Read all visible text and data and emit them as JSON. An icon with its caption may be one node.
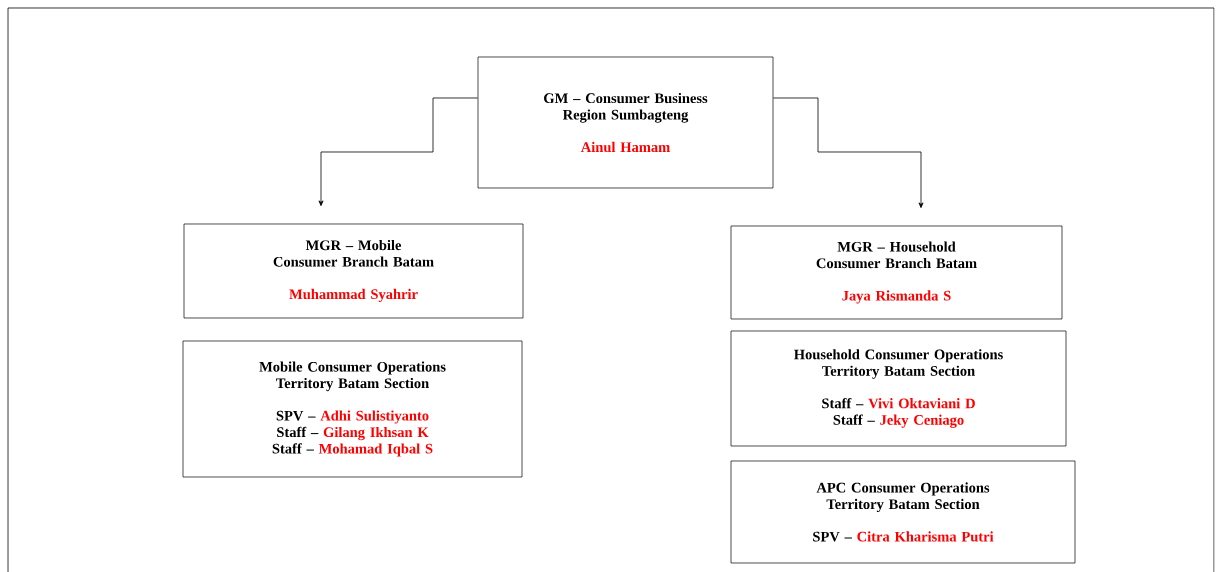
{
  "diagram": {
    "nodes": [
      {
        "text": [
          "GM – Consumer Business Region Sumbagteng",
          "Ainul Hamam"
        ]
      },
      {
        "text": [
          "MGR – Mobile Consumer Branch Batam",
          "Muhammad Syahrir"
        ]
      },
      {
        "text": [
          "Mobile Consumer Operations Territory Batam Section",
          "SPV –",
          "Adhi Sulistiyanto",
          "Staff –",
          "Gilang Ikhsan K",
          "Staff –",
          "Mohamad Iqbal S"
        ]
      },
      {
        "text": [
          "MGR – Household Consumer Branch Batam",
          "Jaya Rismanda S"
        ]
      },
      {
        "text": [
          "Household Consumer Operations Territory Batam Section",
          "Staff –",
          "Vivi Oktaviani D",
          "Staff –",
          "Jeky Ceniago"
        ]
      },
      {
        "text": [
          "APC Consumer Operations Territory Batam Section",
          "SPV –",
          "Citra Kharisma Putri"
        ]
      }
    ],
    "edges": [
      {
        "from": 0,
        "to": 1,
        "arrow": "to"
      },
      {
        "from": 0,
        "to": 3,
        "arrow": "to"
      }
    ]
  }
}
